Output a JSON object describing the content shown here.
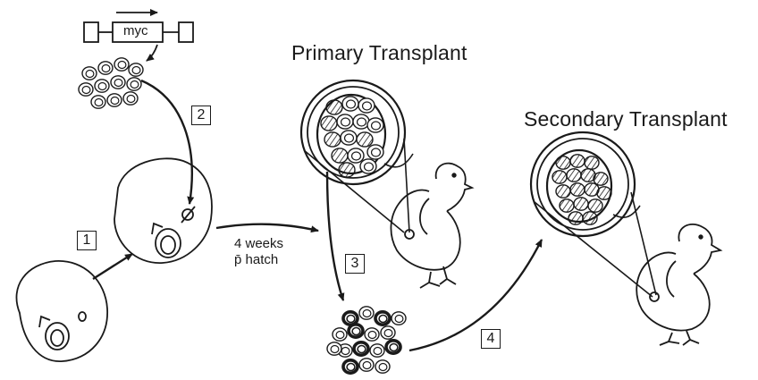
{
  "labels": {
    "gene": "myc",
    "primary_title": "Primary Transplant",
    "secondary_title": "Secondary Transplant",
    "time_line1": "4 weeks",
    "time_line2": "p̄ hatch"
  },
  "steps": [
    "1",
    "2",
    "3",
    "4"
  ],
  "colors": {
    "ink": "#1a1a1a",
    "background": "#ffffff"
  }
}
